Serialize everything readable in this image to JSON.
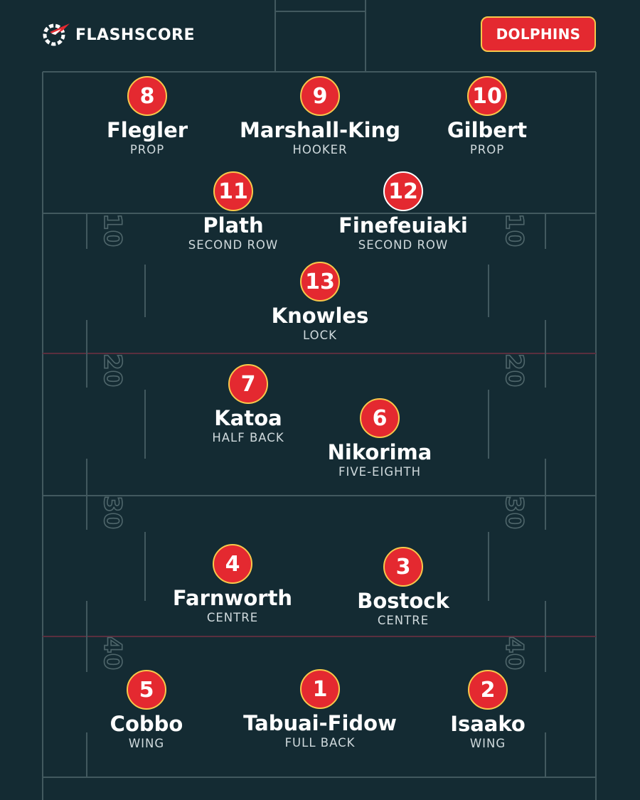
{
  "brand": {
    "name": "FLASHSCORE",
    "colors": {
      "background": "#142b33",
      "accent_red": "#e42930",
      "accent_gold": "#f7c84a",
      "pitch_line": "#42595f"
    }
  },
  "team": {
    "name": "DOLPHINS"
  },
  "field": {
    "yard_markers": {
      "m10": "10",
      "m20": "20",
      "m30": "30",
      "m40": "40"
    }
  },
  "players": [
    {
      "number": "8",
      "name": "Flegler",
      "position": "PROP"
    },
    {
      "number": "9",
      "name": "Marshall-King",
      "position": "HOOKER"
    },
    {
      "number": "10",
      "name": "Gilbert",
      "position": "PROP"
    },
    {
      "number": "11",
      "name": "Plath",
      "position": "SECOND ROW"
    },
    {
      "number": "12",
      "name": "Finefeuiaki",
      "position": "SECOND ROW"
    },
    {
      "number": "13",
      "name": "Knowles",
      "position": "LOCK"
    },
    {
      "number": "7",
      "name": "Katoa",
      "position": "HALF BACK"
    },
    {
      "number": "6",
      "name": "Nikorima",
      "position": "FIVE-EIGHTH"
    },
    {
      "number": "4",
      "name": "Farnworth",
      "position": "CENTRE"
    },
    {
      "number": "3",
      "name": "Bostock",
      "position": "CENTRE"
    },
    {
      "number": "5",
      "name": "Cobbo",
      "position": "WING"
    },
    {
      "number": "1",
      "name": "Tabuai-Fidow",
      "position": "FULL BACK"
    },
    {
      "number": "2",
      "name": "Isaako",
      "position": "WING"
    }
  ]
}
